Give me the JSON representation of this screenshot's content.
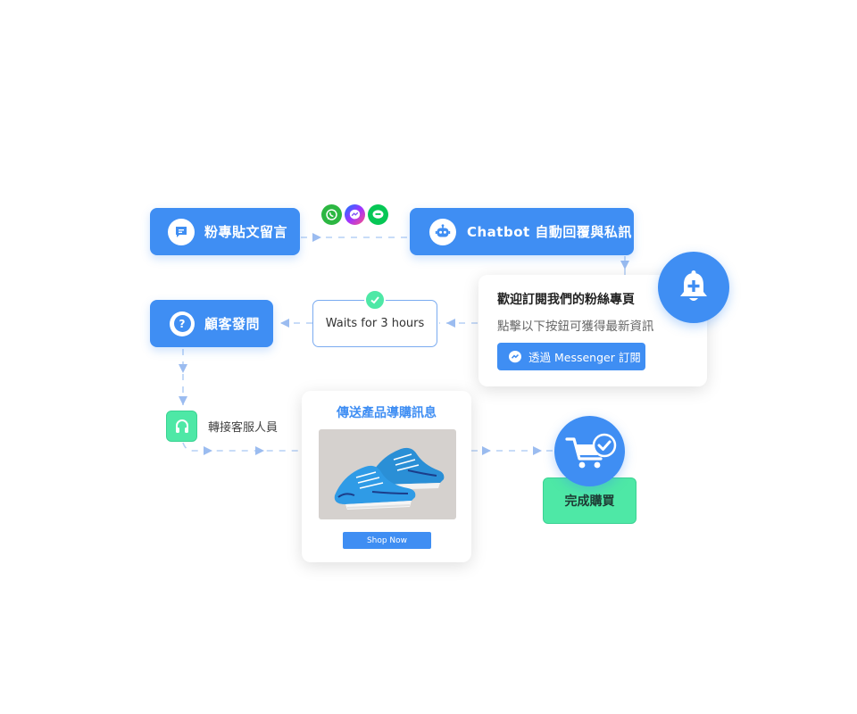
{
  "flow": {
    "post_comment": {
      "label": "粉專貼文留言",
      "icon": "chat-bubble-icon"
    },
    "channels": [
      {
        "name": "whatsapp-icon",
        "color": "#2cb742"
      },
      {
        "name": "messenger-icon",
        "color": "#7b4cf5"
      },
      {
        "name": "line-icon",
        "color": "#06c755"
      }
    ],
    "chatbot": {
      "label": "Chatbot 自動回覆與私訊",
      "icon": "robot-icon"
    },
    "subscribe_card": {
      "title": "歡迎訂閱我們的粉絲專頁",
      "subtitle": "點擊以下按鈕可獲得最新資訊",
      "button_label": "透過 Messenger 訂閱",
      "badge_icon": "bell-plus-icon"
    },
    "wait": {
      "label": "Waits for 3 hours",
      "icon": "check-circle-icon"
    },
    "customer_question": {
      "label": "顧客發問",
      "icon": "question-icon"
    },
    "agent_handoff": {
      "label": "轉接客服人員",
      "icon": "headset-icon"
    },
    "product_card": {
      "title": "傳送產品導購訊息",
      "button_label": "Shop Now",
      "image_icon": "sneakers-image"
    },
    "purchase": {
      "label": "完成購買",
      "icon": "cart-check-icon"
    }
  },
  "colors": {
    "primary": "#3f8ef3",
    "green": "#4ee8a6",
    "connector": "#b3cef5"
  }
}
